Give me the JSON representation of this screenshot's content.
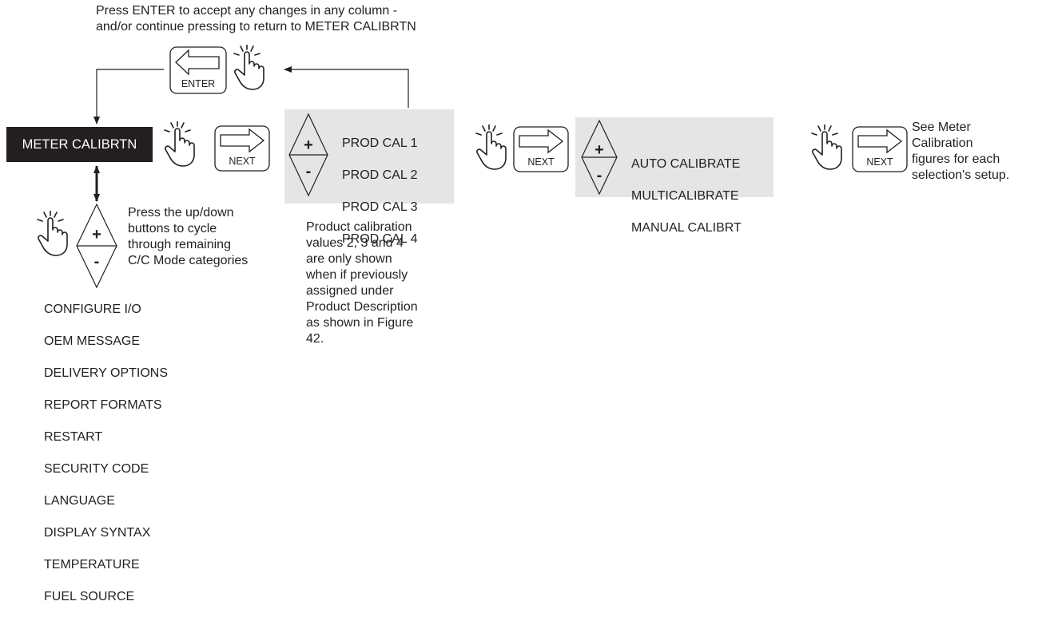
{
  "header": {
    "enter_note": "Press ENTER to accept any changes in any column -\nand/or continue pressing to return to METER CALIBRTN"
  },
  "keys": {
    "enter": "ENTER",
    "next": "NEXT",
    "plus": "+",
    "minus": "-"
  },
  "main": {
    "menu_item": "METER CALIBRTN",
    "updown_note": "Press the up/down\n buttons to cycle\nthrough remaining\nC/C Mode categories",
    "categories": [
      "CONFIGURE I/O",
      "OEM MESSAGE",
      "DELIVERY OPTIONS",
      "REPORT FORMATS",
      "RESTART",
      "SECURITY CODE",
      "LANGUAGE",
      "DISPLAY SYNTAX",
      "TEMPERATURE",
      "FUEL SOURCE"
    ]
  },
  "products": {
    "items": [
      "PROD CAL 1",
      "PROD CAL 2",
      "PROD CAL 3",
      "PROD CAL 4"
    ],
    "note": "Product calibration\nvalues 2, 3 and 4\nare only shown\nwhen if previously\nassigned under\nProduct Description\nas shown in Figure\n42."
  },
  "calibration": {
    "items": [
      "AUTO CALIBRATE",
      "MULTICALIBRATE",
      "MANUAL CALIBRT"
    ]
  },
  "end_note": "See Meter\nCalibration\nfigures for each\nselection's setup.",
  "colors": {
    "ink": "#231f20",
    "panel_grey": "#e5e5e5"
  }
}
